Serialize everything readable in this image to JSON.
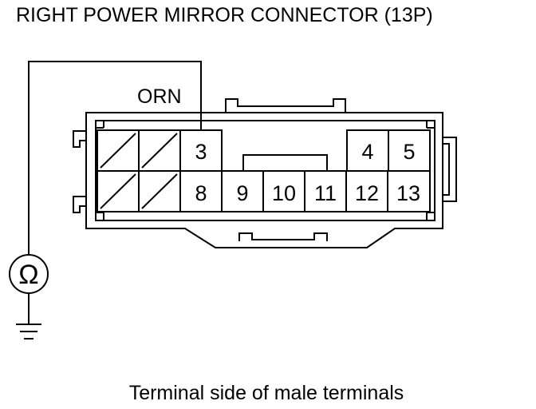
{
  "diagram": {
    "title": "RIGHT POWER MIRROR CONNECTOR (13P)",
    "caption": "Terminal side of male terminals",
    "wire_color": "ORN",
    "meter_symbol": "Ω",
    "meter_icon": "ohmmeter-icon",
    "ground_icon": "ground-icon",
    "connector": {
      "name": "13P connector",
      "pins_top_row": [
        "3",
        "4",
        "5"
      ],
      "pins_bottom_row": [
        "8",
        "9",
        "10",
        "11",
        "12",
        "13"
      ],
      "blank_cavities": 4,
      "probe_pin": "3"
    }
  }
}
